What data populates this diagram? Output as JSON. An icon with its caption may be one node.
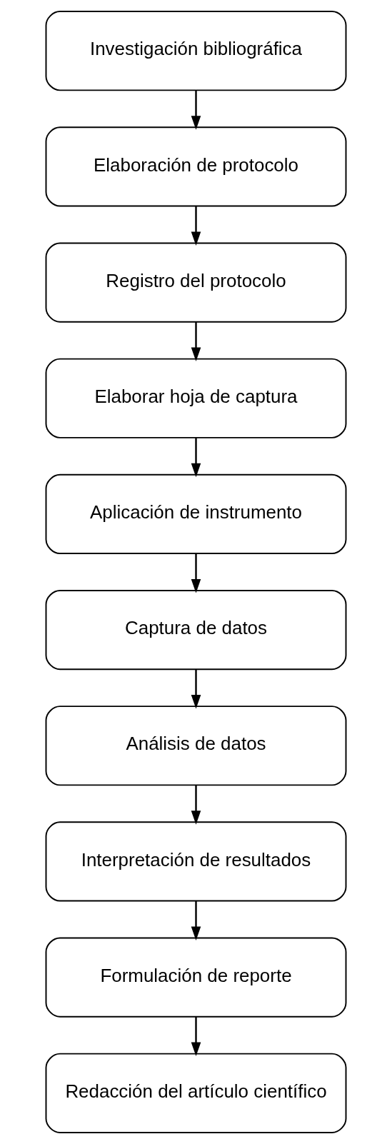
{
  "diagram": {
    "nodes": [
      {
        "text": [
          "Investigación bibliográfica"
        ]
      },
      {
        "text": [
          "Elaboración de protocolo"
        ]
      },
      {
        "text": [
          "Registro del protocolo"
        ]
      },
      {
        "text": [
          "Elaborar hoja de captura"
        ]
      },
      {
        "text": [
          "Aplicación de instrumento"
        ]
      },
      {
        "text": [
          "Captura de datos"
        ]
      },
      {
        "text": [
          "Análisis de datos"
        ]
      },
      {
        "text": [
          "Interpretación de resultados"
        ]
      },
      {
        "text": [
          "Formulación de reporte"
        ]
      },
      {
        "text": [
          "Redacción del artículo científico"
        ]
      }
    ],
    "edges": [
      {
        "from": 0,
        "to": 1,
        "arrow": "to"
      },
      {
        "from": 1,
        "to": 2,
        "arrow": "to"
      },
      {
        "from": 2,
        "to": 3,
        "arrow": "to"
      },
      {
        "from": 3,
        "to": 4,
        "arrow": "to"
      },
      {
        "from": 4,
        "to": 5,
        "arrow": "to"
      },
      {
        "from": 5,
        "to": 6,
        "arrow": "to"
      },
      {
        "from": 6,
        "to": 7,
        "arrow": "to"
      },
      {
        "from": 7,
        "to": 8,
        "arrow": "to"
      },
      {
        "from": 8,
        "to": 9,
        "arrow": "to"
      }
    ]
  }
}
